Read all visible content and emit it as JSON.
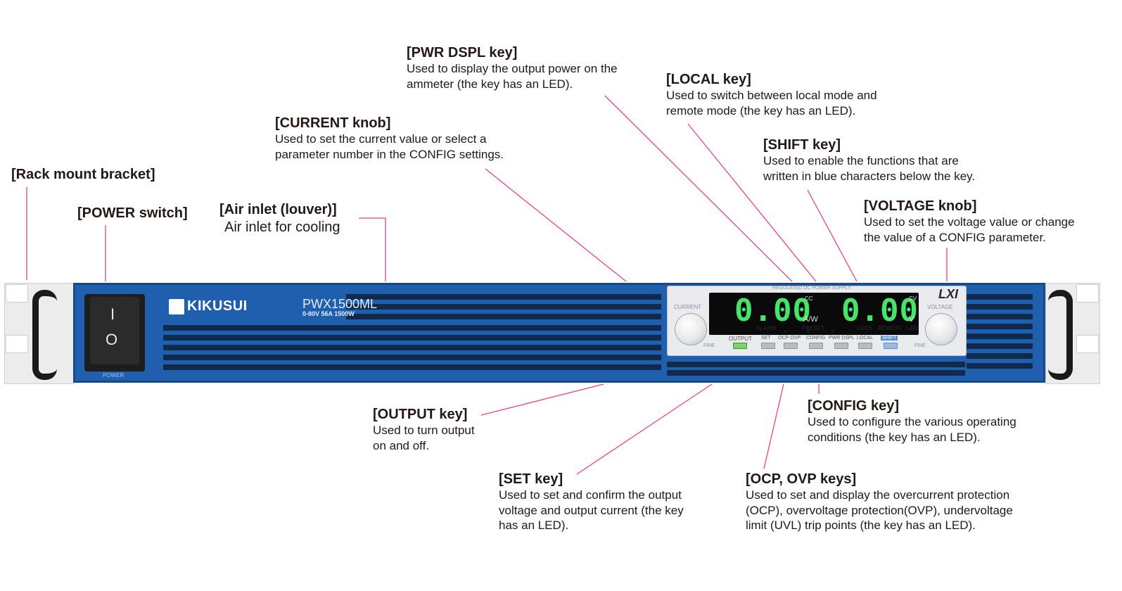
{
  "device": {
    "brand": "KIKUSUI",
    "model": "PWX1500ML",
    "rating": "0-80V 56A 1500W",
    "power_switch_on": "I",
    "power_switch_off": "O",
    "power_label": "POWER",
    "panel_header": "REGULATED DC POWER SUPPLY",
    "lxi_logo": "LXI",
    "current_label": "CURRENT",
    "voltage_label": "VOLTAGE",
    "fine_left": "FINE",
    "fine_right": "FINE",
    "ammeter_value": "0.00",
    "voltmeter_value": "0.00",
    "cc_indicator": "CC",
    "cv_indicator": "CV",
    "amp_unit": "A/W",
    "volt_unit": "V",
    "alarm_label": "ALARM",
    "preset_label": "PRESET",
    "preset_a": "A",
    "preset_b": "B",
    "preset_c": "C",
    "lock_label": "LOCK",
    "remote_label": "REMOTE",
    "lan_label": "LAN",
    "key_labels": [
      "OUTPUT",
      "SET",
      "OCP·OVP",
      "CONFIG",
      "PWR DSPL",
      "LOCAL",
      "SHIFT"
    ]
  },
  "colors": {
    "chassis_blue": "#1f5fae",
    "leader_line": "#e8418a",
    "display_green": "#46e46a",
    "text": "#231815"
  },
  "callouts": {
    "rack_mount": {
      "title": "[Rack mount bracket]"
    },
    "power_switch": {
      "title": "[POWER switch]"
    },
    "air_inlet": {
      "title": "[Air inlet (louver)]",
      "desc": "Air inlet for cooling"
    },
    "current_knob": {
      "title": "[CURRENT knob]",
      "desc": "Used to set the current value or select a\nparameter number in the CONFIG settings."
    },
    "pwr_dspl": {
      "title": "[PWR DSPL key]",
      "desc": "Used to display the output power on the\nammeter (the key has an LED)."
    },
    "local_key": {
      "title": "[LOCAL key]",
      "desc": "Used to switch between local mode and\nremote mode (the key has an LED)."
    },
    "shift_key": {
      "title": "[SHIFT key]",
      "desc": "Used to enable the functions that are\nwritten in blue characters below the key."
    },
    "voltage_knob": {
      "title": "[VOLTAGE knob]",
      "desc": "Used to set the voltage value or change\nthe value of a CONFIG parameter."
    },
    "output_key": {
      "title": "[OUTPUT key]",
      "desc": "Used to turn output\non and off."
    },
    "set_key": {
      "title": "[SET key]",
      "desc": "Used to set and confirm the output\nvoltage and output current (the key\nhas an LED)."
    },
    "config_key": {
      "title": "[CONFIG key]",
      "desc": "Used to configure the various operating\nconditions (the key has an LED)."
    },
    "ocp_ovp": {
      "title": "[OCP, OVP keys]",
      "desc": "Used to set and display the overcurrent protection\n(OCP), overvoltage protection(OVP), undervoltage\nlimit (UVL) trip points (the key has an LED)."
    }
  }
}
